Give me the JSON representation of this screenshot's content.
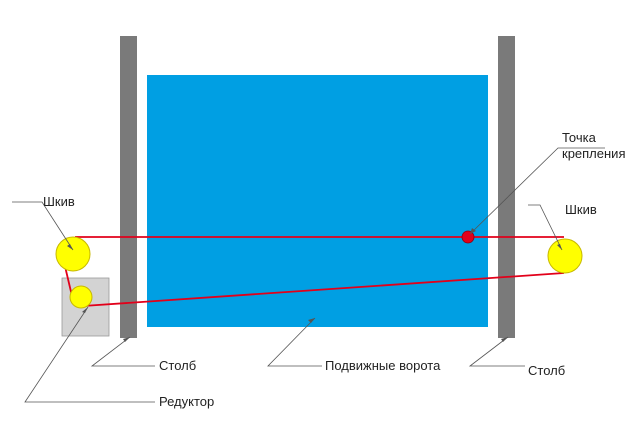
{
  "labels": {
    "pulley_left": "Шкив",
    "pulley_right": "Шкив",
    "attach_line1": "Точка",
    "attach_line2": "крепления",
    "post_left": "Столб",
    "post_right": "Столб",
    "gate": "Подвижные ворота",
    "gearbox": "Редуктор"
  },
  "colors": {
    "post": "#7a7a7a",
    "gate": "#009fe3",
    "gearbox": "#d3d3d3",
    "pulley": "#ffff00",
    "cable": "#e2001a",
    "attach_point": "#e2001a",
    "leader": "#555555"
  }
}
